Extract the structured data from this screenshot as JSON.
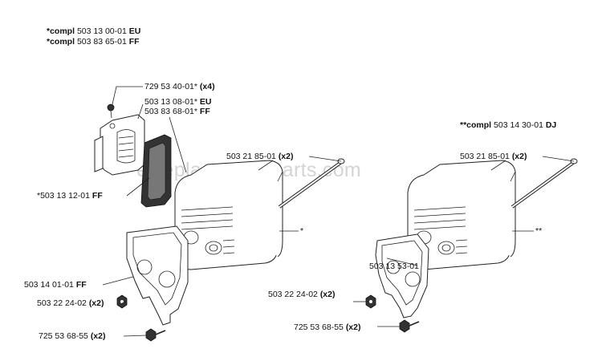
{
  "watermark": "eReplacementParts.com",
  "compl_left": [
    {
      "prefix": "*compl",
      "number": "503 13 00-01",
      "suffix": "EU"
    },
    {
      "prefix": "*compl",
      "number": "503 83 65-01",
      "suffix": "FF"
    }
  ],
  "compl_right": {
    "prefix": "**compl",
    "number": "503 14 30-01",
    "suffix": "DJ"
  },
  "labels": {
    "screw_top": {
      "number": "729 53 40-01*",
      "qty": "(x4)"
    },
    "cover_eu": {
      "number": "503 13 08-01*",
      "suffix": "EU"
    },
    "cover_ff": {
      "number": "503 83 68-01*",
      "suffix": "FF"
    },
    "screen_ff": {
      "number": "*503 13 12-01",
      "suffix": "FF"
    },
    "bolt_left": {
      "number": "503 21 85-01",
      "qty": "(x2)"
    },
    "bolt_right": {
      "number": "503 21 85-01",
      "qty": "(x2)"
    },
    "muffler_left_mark": "*",
    "muffler_right_mark": "**",
    "gasket_ff": {
      "number": "503 14 01-01",
      "suffix": "FF"
    },
    "gasket_right": {
      "number": "503 13 53-01"
    },
    "nut_left": {
      "number": "503 22 24-02",
      "qty": "(x2)"
    },
    "nut_right": {
      "number": "503 22 24-02",
      "qty": "(x2)"
    },
    "screw_left": {
      "number": "725 53 68-55",
      "qty": "(x2)"
    },
    "screw_right": {
      "number": "725 53 68-55",
      "qty": "(x2)"
    }
  }
}
